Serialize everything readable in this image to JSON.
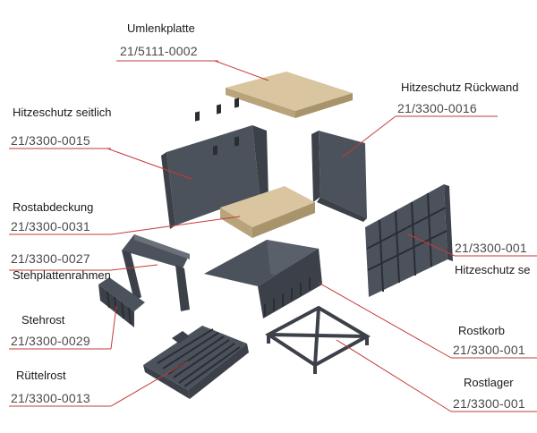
{
  "parts": [
    {
      "id": "umlenkplatte",
      "name": "Umlenkplatte",
      "number": "21/5111-0002"
    },
    {
      "id": "hitzeschutz-rueckwand",
      "name": "Hitzeschutz Rückwand",
      "number": "21/3300-0016"
    },
    {
      "id": "hitzeschutz-seitlich-left",
      "name": "Hitzeschutz seitlich",
      "number": "21/3300-0015"
    },
    {
      "id": "rostabdeckung",
      "name": "Rostabdeckung",
      "number": "21/3300-0031"
    },
    {
      "id": "stehplattenrahmen",
      "name": "Stehplattenrahmen",
      "number": "21/3300-0027"
    },
    {
      "id": "hitzeschutz-seitlich-right",
      "name": "Hitzeschutz se",
      "number": "21/3300-001"
    },
    {
      "id": "stehrost",
      "name": "Stehrost",
      "number": "21/3300-0029"
    },
    {
      "id": "ruettelrost",
      "name": "Rüttelrost",
      "number": "21/3300-0013"
    },
    {
      "id": "rostkorb",
      "name": "Rostkorb",
      "number": "21/3300-001"
    },
    {
      "id": "rostlager",
      "name": "Rostlager",
      "number": "21/3300-001"
    }
  ]
}
